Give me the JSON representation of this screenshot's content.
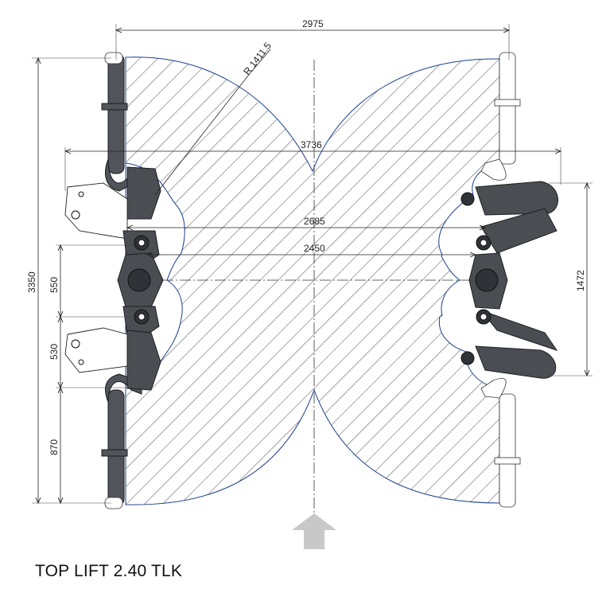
{
  "model": {
    "name": "TOP LIFT 2.40 TLK"
  },
  "dimensions": {
    "overall_width": "2975",
    "arm_span": "3736",
    "inner_span_1": "2685",
    "inner_span_2": "2450",
    "overall_length": "3350",
    "pad_gap_upper": "550",
    "pad_gap_lower": "530",
    "post_to_pad": "870",
    "front_arm_spread": "1472",
    "swing_radius": "R 1411.5"
  },
  "icons": {
    "direction": "arrow-up-icon"
  },
  "colors": {
    "arm": "#4a4d52",
    "outline": "#1c3f8f",
    "arrow": "#c8c8c8"
  }
}
